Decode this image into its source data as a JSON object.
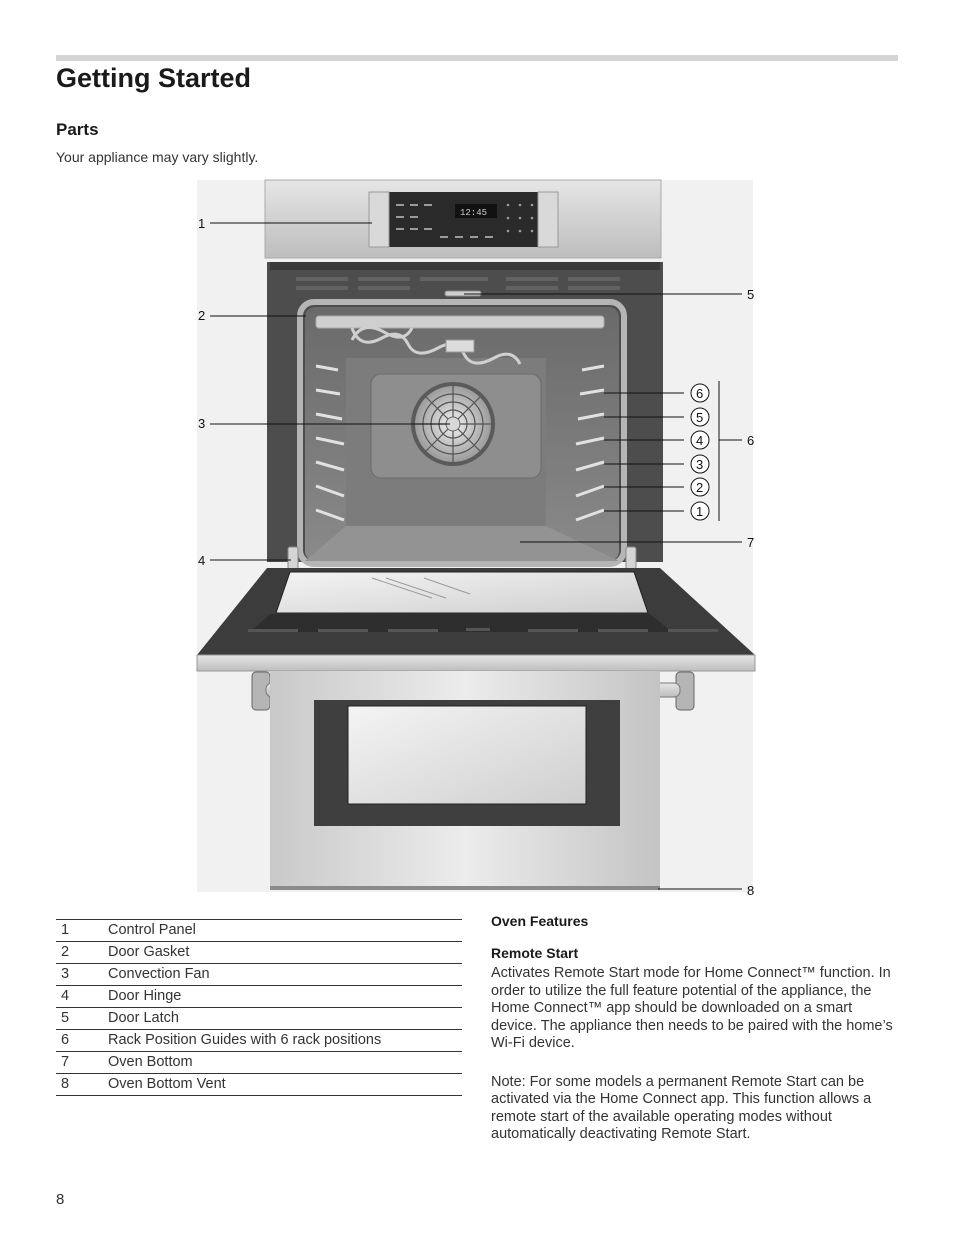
{
  "page": {
    "title": "Getting Started",
    "section": "Parts",
    "intro": "Your appliance may vary slightly.",
    "page_number": "8"
  },
  "figure": {
    "callouts": [
      "1",
      "2",
      "3",
      "4",
      "5",
      "6",
      "7",
      "8"
    ],
    "rack_numbers": [
      "⑥",
      "⑤",
      "④",
      "③",
      "②",
      "①"
    ],
    "display_time": "12:45"
  },
  "parts": [
    {
      "num": "1",
      "label": "Control Panel"
    },
    {
      "num": "2",
      "label": "Door Gasket"
    },
    {
      "num": "3",
      "label": "Convection Fan"
    },
    {
      "num": "4",
      "label": "Door Hinge"
    },
    {
      "num": "5",
      "label": "Door Latch"
    },
    {
      "num": "6",
      "label": "Rack Position Guides with 6 rack positions"
    },
    {
      "num": "7",
      "label": "Oven Bottom"
    },
    {
      "num": "8",
      "label": "Oven Bottom Vent"
    }
  ],
  "features": {
    "heading": "Oven Features",
    "subheading": "Remote Start",
    "paragraph1": "Activates Remote Start mode for Home Connect™ function. In order to utilize the full feature potential of the appliance, the Home Connect™ app should be downloaded on a smart device. The appliance then needs to be paired with the home’s Wi-Fi device.",
    "paragraph2": "Note: For some models a permanent Remote Start can be activated via the Home Connect app. This function allows a remote start of the available operating modes without automatically deactivating Remote Start."
  }
}
